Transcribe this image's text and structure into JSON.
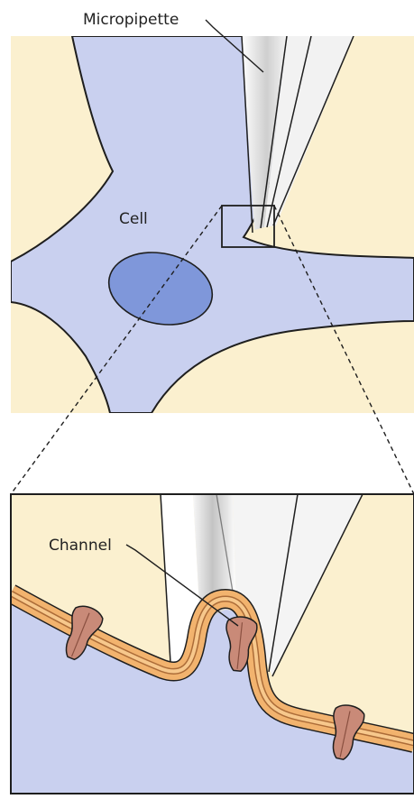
{
  "labels": {
    "micropipette": "Micropipette",
    "cell": "Cell",
    "channel": "Channel"
  },
  "colors": {
    "background_fluid": "#FBF0CF",
    "cell_body": "#C9D0EF",
    "nucleus": "#7F97DA",
    "pipette_glass": "#E9E9E9",
    "membrane": "#F2B36E",
    "channel_protein": "#C98A78",
    "outline": "#1E1E1E"
  }
}
